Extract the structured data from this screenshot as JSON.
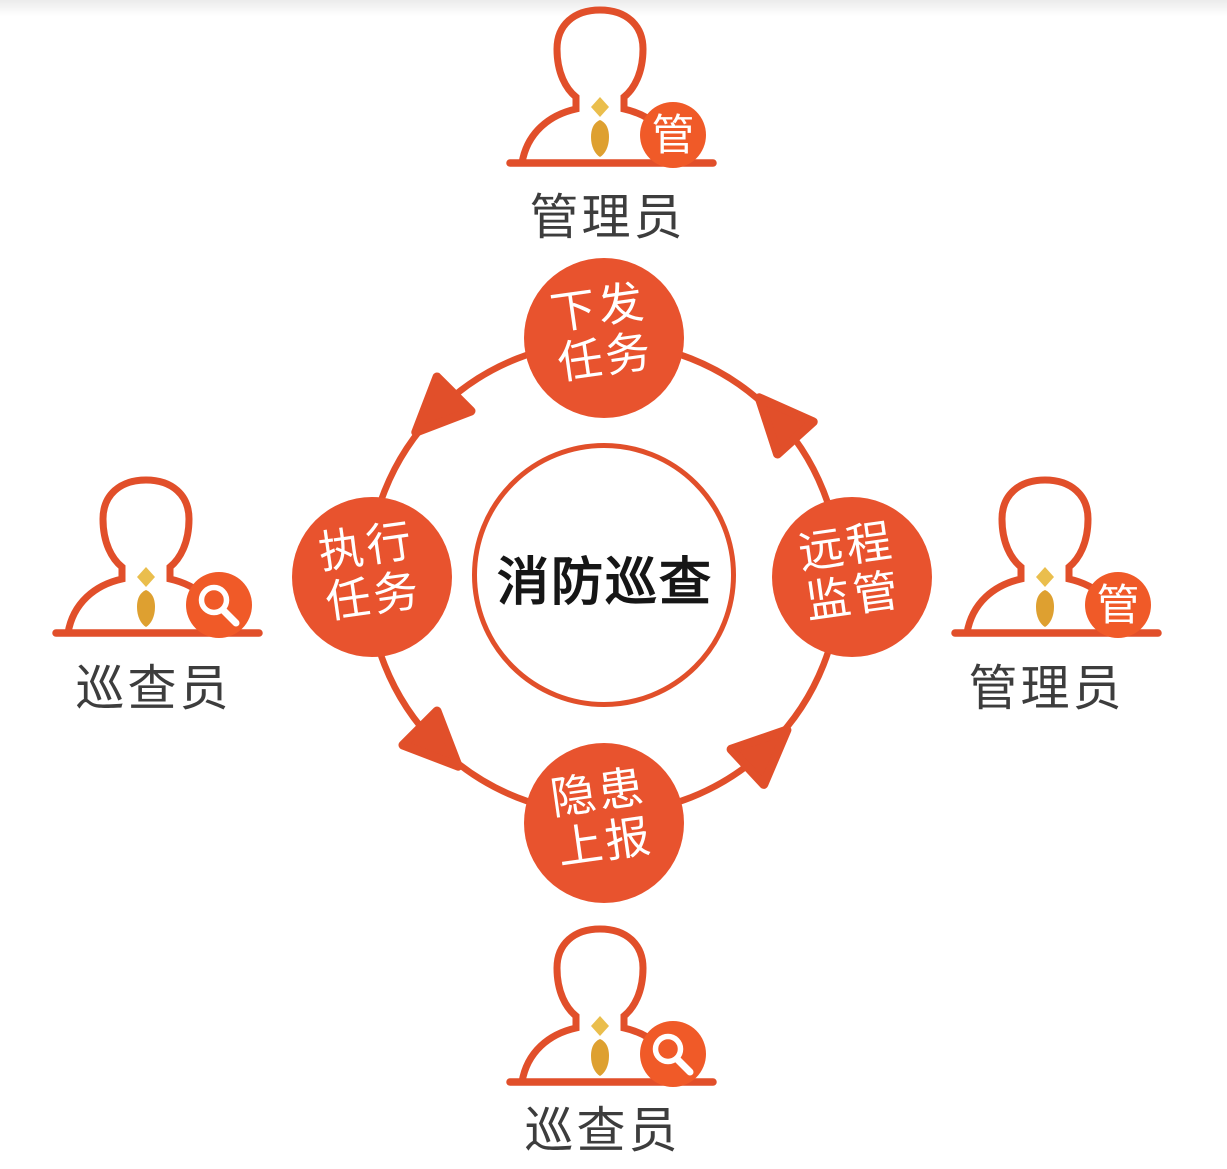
{
  "center": {
    "title": "消防巡查"
  },
  "nodes": {
    "top": {
      "line1": "下发",
      "line2": "任务"
    },
    "left": {
      "line1": "执行",
      "line2": "任务"
    },
    "right": {
      "line1": "远程",
      "line2": "监管"
    },
    "bottom": {
      "line1": "隐患",
      "line2": "上报"
    }
  },
  "actors": {
    "top": {
      "label": "管理员",
      "badge": "管",
      "role": "admin"
    },
    "right": {
      "label": "管理员",
      "badge": "管",
      "role": "admin"
    },
    "left": {
      "label": "巡查员",
      "badge_icon": "magnifier",
      "role": "inspector"
    },
    "bottom": {
      "label": "巡查员",
      "badge_icon": "magnifier",
      "role": "inspector"
    }
  },
  "cycle_direction": "counterclockwise",
  "colors": {
    "orange_node": "#E8532E",
    "orange_line": "#E14F2A",
    "orange_badge": "#F05A28",
    "gold_knot": "#EABE4D",
    "gold_tie": "#DEA030",
    "label_text": "#3d3d3d",
    "center_text": "#161616",
    "node_text": "#ffffff"
  }
}
